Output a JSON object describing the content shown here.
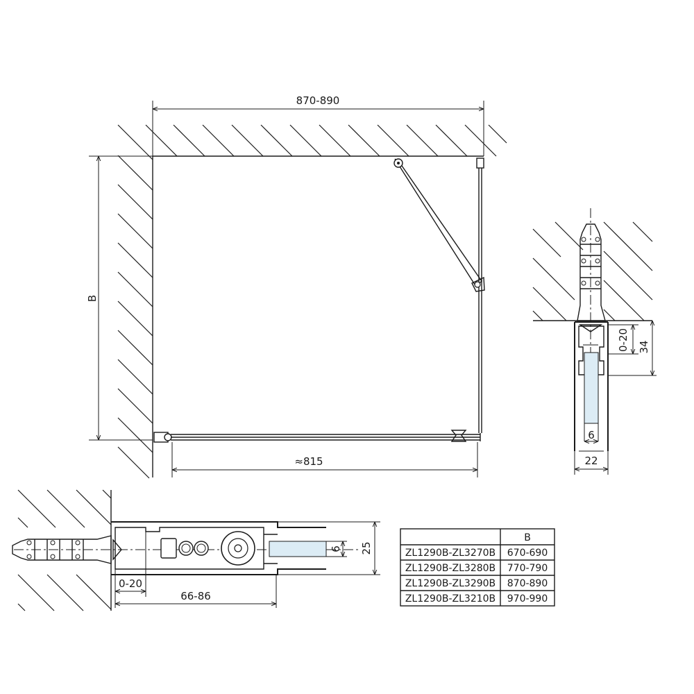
{
  "dimensions": {
    "top_width": "870-890",
    "left_height": "B",
    "bottom_width": "≈815",
    "side_gap": "0-20",
    "side_depth": "34",
    "side_glass": "6",
    "side_profile": "22",
    "bottom_gap": "0-20",
    "bottom_length": "66-86",
    "bottom_glass": "6",
    "bottom_height": "25"
  },
  "table": {
    "header": "B",
    "rows": [
      {
        "model": "ZL1290B-ZL3270B",
        "range": "670-690"
      },
      {
        "model": "ZL1290B-ZL3280B",
        "range": "770-790"
      },
      {
        "model": "ZL1290B-ZL3290B",
        "range": "870-890"
      },
      {
        "model": "ZL1290B-ZL3210B",
        "range": "970-990"
      }
    ]
  }
}
